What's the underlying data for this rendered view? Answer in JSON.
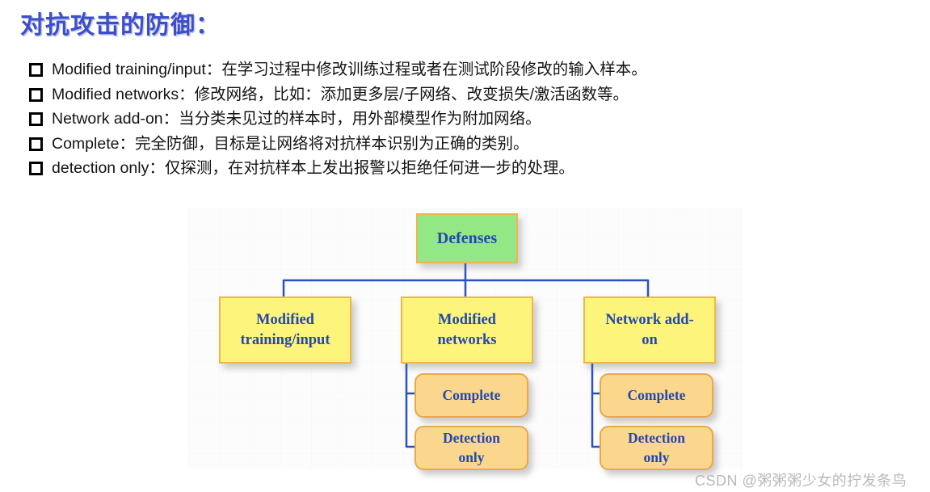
{
  "page": {
    "title": "对抗攻击的防御：",
    "watermark": "CSDN @粥粥粥少女的拧发条鸟"
  },
  "bullets": {
    "items": [
      {
        "text": "Modified training/input：在学习过程中修改训练过程或者在测试阶段修改的输入样本。"
      },
      {
        "text": "Modified networks：修改网络，比如：添加更多层/子网络、改变损失/激活函数等。"
      },
      {
        "text": "Network add-on：当分类未见过的样本时，用外部模型作为附加网络。"
      },
      {
        "text": "Complete：完全防御，目标是让网络将对抗样本识别为正确的类别。"
      },
      {
        "text": "detection only：仅探测，在对抗样本上发出报警以拒绝任何进一步的处理。"
      }
    ]
  },
  "diagram": {
    "type": "tree",
    "root_label": "Defenses",
    "level2": [
      {
        "label": "Modified training/input"
      },
      {
        "label": "Modified networks"
      },
      {
        "label": "Network add-on"
      }
    ],
    "leaves": [
      {
        "label": "Complete",
        "parent": "Modified networks"
      },
      {
        "label": "Detection only",
        "parent": "Modified networks"
      },
      {
        "label": "Complete",
        "parent": "Network add-on"
      },
      {
        "label": "Detection only",
        "parent": "Network add-on"
      }
    ],
    "colors": {
      "root_fill": "#93e885",
      "level2_fill": "#fdf47c",
      "leaf_fill": "#fbd78d",
      "box_border_yellow": "#efb64a",
      "box_border_orange": "#e9a94b",
      "node_text": "#2448ae",
      "connector": "#2b50c4",
      "title_text": "#3e4ec6",
      "body_text": "#141414",
      "watermark_text": "#b9b9b9"
    }
  }
}
